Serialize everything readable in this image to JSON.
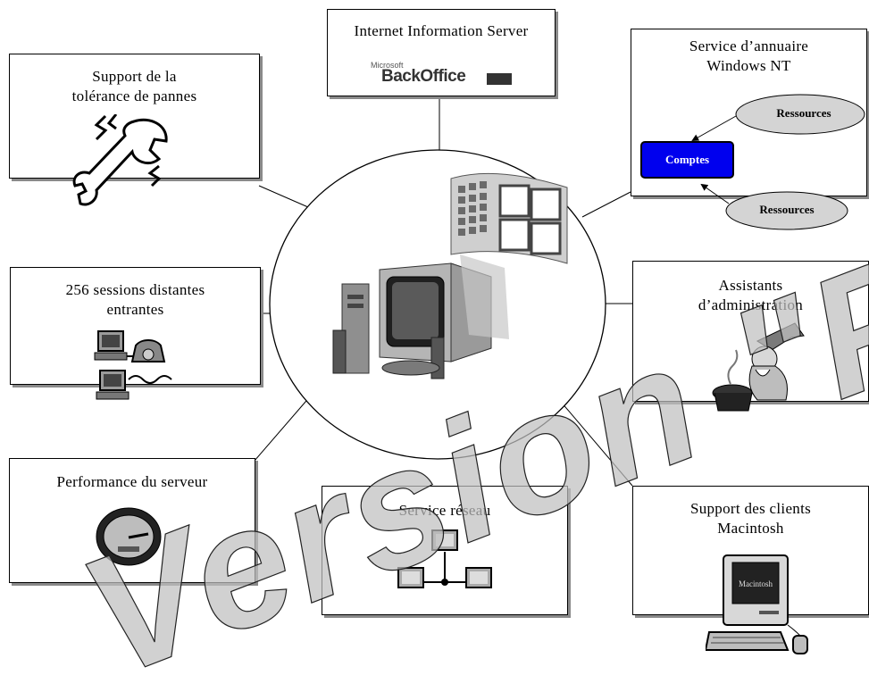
{
  "center": {
    "computer_icon": "desktop-computer-icon",
    "logo_icon": "windows-logo-icon"
  },
  "boxes": {
    "iis": {
      "title": "Internet Information Server",
      "logo_small": "Microsoft",
      "logo_main": "BackOffice"
    },
    "annuaire": {
      "title": "Service d’annuaire\nWindows NT",
      "comptes": "Comptes",
      "ressources_1": "Ressources",
      "ressources_2": "Ressources"
    },
    "tolerance": {
      "title": "Support de la\ntolérance de pannes",
      "icon": "wrench-icon"
    },
    "sessions": {
      "title": "256 sessions distantes\nentrantes",
      "icon": "modem-phone-icon"
    },
    "assistants": {
      "title": "Assistants\nd’administration",
      "icon": "wizard-icon"
    },
    "performance": {
      "title": "Performance du serveur",
      "icon": "speedometer-icon"
    },
    "reseau": {
      "title": "Service réseau",
      "icon": "network-icon"
    },
    "macintosh": {
      "title": "Support des clients\nMacintosh",
      "icon": "macintosh-computer-icon",
      "screen_text": "Macintosh"
    }
  },
  "watermark": {
    "text": "Version \"Privé\""
  }
}
